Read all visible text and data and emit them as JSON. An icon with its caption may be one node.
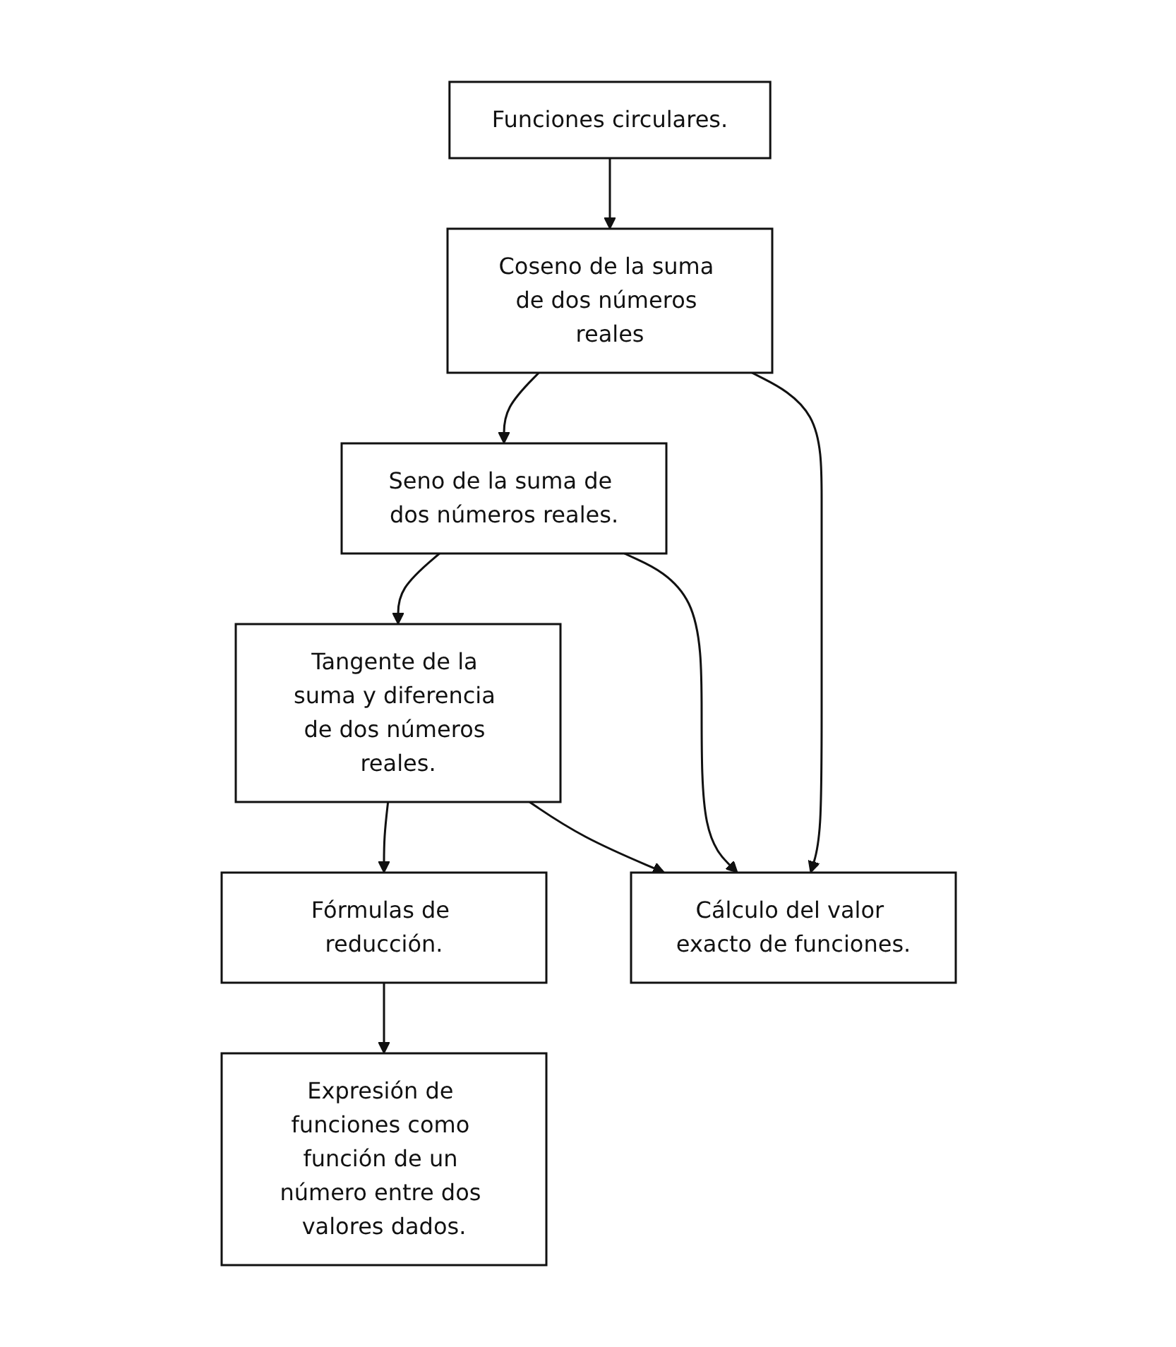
{
  "diagram": {
    "nodes": [
      {
        "text": [
          "Funciones circulares."
        ]
      },
      {
        "text": [
          "Coseno de la suma de dos números reales"
        ]
      },
      {
        "text": [
          "Seno de la suma de dos números reales."
        ]
      },
      {
        "text": [
          "Tangente de la suma y diferencia de dos números reales."
        ]
      },
      {
        "text": [
          "Fórmulas de reducción."
        ]
      },
      {
        "text": [
          "Cálculo del valor exacto de funciones."
        ]
      },
      {
        "text": [
          "Expresión de funciones como función de un número entre dos valores dados."
        ]
      }
    ],
    "edges": [
      {
        "from": 0,
        "to": 1,
        "arrow": "to"
      },
      {
        "from": 1,
        "to": 2,
        "arrow": "to"
      },
      {
        "from": 2,
        "to": 3,
        "arrow": "to"
      },
      {
        "from": 3,
        "to": 4,
        "arrow": "to"
      },
      {
        "from": 1,
        "to": 5,
        "arrow": "to"
      },
      {
        "from": 2,
        "to": 5,
        "arrow": "to"
      },
      {
        "from": 3,
        "to": 5,
        "arrow": "to"
      },
      {
        "from": 4,
        "to": 6,
        "arrow": "to"
      }
    ]
  }
}
